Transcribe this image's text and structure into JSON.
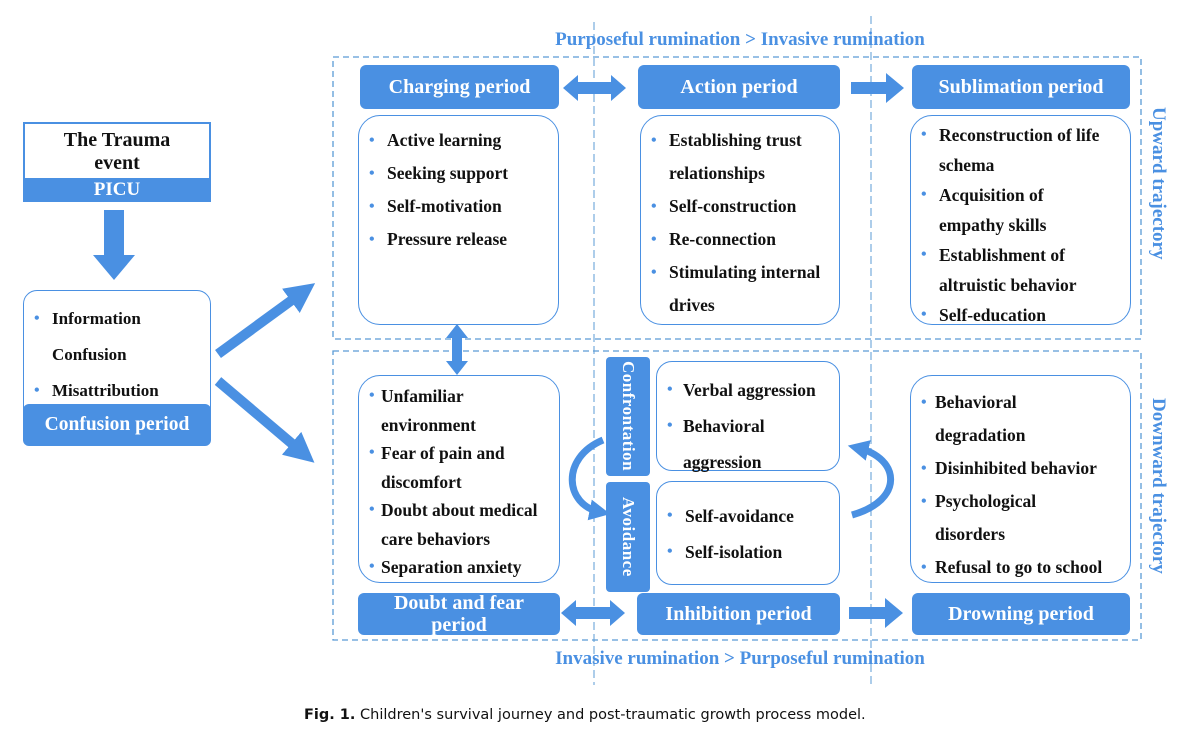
{
  "top_label": "Purposeful rumination > Invasive rumination",
  "bottom_label": "Invasive rumination > Purposeful rumination",
  "right_upper_label": "Upward trajectory",
  "right_lower_label": "Downward trajectory",
  "trauma": {
    "title": "The Trauma event",
    "sub": "PICU"
  },
  "confusion": {
    "header": "Confusion period",
    "items": [
      "Information Confusion",
      "Misattribution"
    ]
  },
  "upper": {
    "charging": {
      "header": "Charging period",
      "items": [
        "Active learning",
        "Seeking support",
        "Self-motivation",
        "Pressure release"
      ]
    },
    "action": {
      "header": "Action period",
      "items": [
        "Establishing trust relationships",
        "Self-construction",
        "Re-connection",
        "Stimulating internal drives"
      ]
    },
    "sublimation": {
      "header": "Sublimation period",
      "items": [
        "Reconstruction of life schema",
        "Acquisition of empathy skills",
        "Establishment of altruistic behavior",
        "Self-education"
      ]
    }
  },
  "lower": {
    "doubt": {
      "header": "Doubt and fear period",
      "items": [
        "Unfamiliar environment",
        "Fear of pain and discomfort",
        "Doubt about medical care behaviors",
        "Separation anxiety"
      ]
    },
    "confrontation": {
      "label": "Confrontation",
      "items": [
        "Verbal aggression",
        "Behavioral aggression"
      ]
    },
    "avoidance": {
      "label": "Avoidance",
      "items": [
        "Self-avoidance",
        "Self-isolation"
      ]
    },
    "inhibition": {
      "header": "Inhibition period"
    },
    "drowning": {
      "header": "Drowning period",
      "items": [
        "Behavioral degradation",
        "Disinhibited behavior",
        "Psychological disorders",
        "Refusal to go to school"
      ]
    }
  },
  "caption": {
    "fig": "Fig. 1.",
    "text": "Children's survival journey and post-traumatic growth process model."
  },
  "colors": {
    "accent": "#4a90e2",
    "line": "#5b9bd5"
  }
}
